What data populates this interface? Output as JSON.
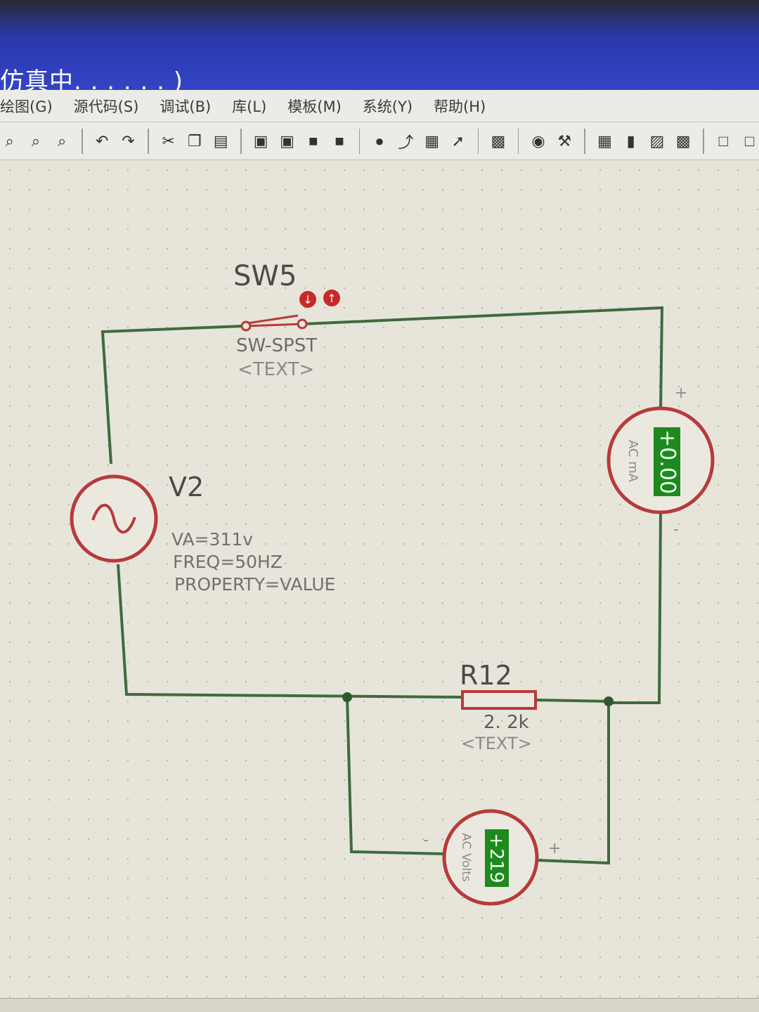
{
  "window": {
    "title": "仿真中. . . . . . )"
  },
  "menubar": {
    "items": [
      "绘图(G)",
      "源代码(S)",
      "调试(B)",
      "库(L)",
      "模板(M)",
      "系统(Y)",
      "帮助(H)"
    ]
  },
  "toolbar": {
    "icons": [
      "zoom-out-icon",
      "zoom-in-icon",
      "zoom-fit-icon",
      "undo-icon",
      "redo-icon",
      "cut-icon",
      "copy-icon",
      "paste-icon",
      "block-copy-icon",
      "block-move-icon",
      "block-rotate-icon",
      "block-delete-icon",
      "search-icon",
      "wire-autorouter-icon",
      "chip-icon",
      "probe-icon",
      "netlist-icon",
      "find-icon",
      "tools-icon",
      "design-explorer-icon",
      "page-icon",
      "bom-icon",
      "erc-icon",
      "export-icon",
      "netlist-compile-icon"
    ]
  },
  "schematic": {
    "switch": {
      "name": "SW5",
      "type": "SW-SPST",
      "text": "<TEXT>"
    },
    "source": {
      "name": "V2",
      "props": [
        "VA=311v",
        "FREQ=50HZ",
        "PROPERTY=VALUE"
      ]
    },
    "ammeter": {
      "reading": "+0.00",
      "unit": "AC mA",
      "plus": "+",
      "minus": "-"
    },
    "resistor": {
      "name": "R12",
      "value": "2. 2k",
      "text": "<TEXT>"
    },
    "voltmeter": {
      "reading": "+219",
      "unit": "AC Volts",
      "plus": "+",
      "minus": "-"
    }
  },
  "colors": {
    "wire": "#3f6b3f",
    "component": "#b83a3a",
    "meter_display": "#1e8a1e",
    "label": "#5a5a5a"
  }
}
